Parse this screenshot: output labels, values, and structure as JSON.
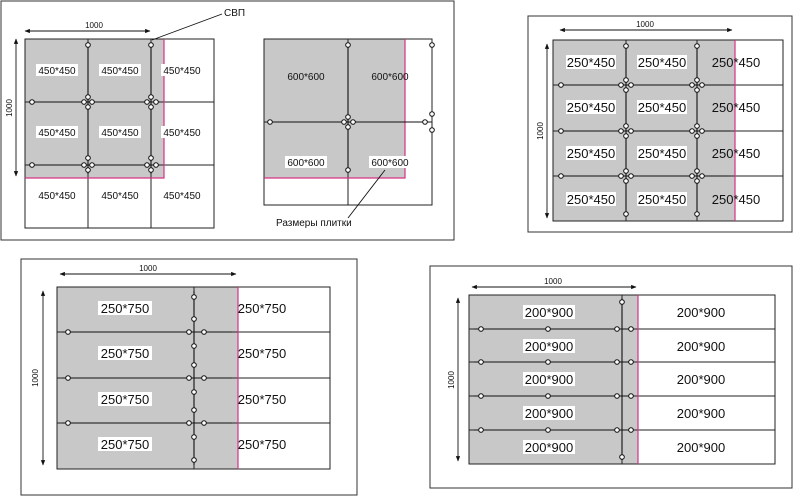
{
  "annotations": {
    "svp": "СВП",
    "tile_sizes": "Размеры плитки"
  },
  "panels": [
    {
      "id": "tile-450",
      "dim_width": "1000",
      "dim_height": "1000",
      "tile_label": "450*450",
      "rows": 3,
      "cols": 3
    },
    {
      "id": "tile-600",
      "tile_label": "600*600",
      "rows": 2,
      "cols": 2
    },
    {
      "id": "tile-250x450",
      "dim_width": "1000",
      "dim_height": "1000",
      "tile_label": "250*450",
      "rows": 4,
      "cols": 3
    },
    {
      "id": "tile-250x750",
      "dim_width": "1000",
      "dim_height": "1000",
      "tile_label": "250*750",
      "rows": 4,
      "cols": 2
    },
    {
      "id": "tile-200x900",
      "dim_width": "1000",
      "dim_height": "1000",
      "tile_label": "200*900",
      "rows": 5,
      "cols": 2
    }
  ]
}
